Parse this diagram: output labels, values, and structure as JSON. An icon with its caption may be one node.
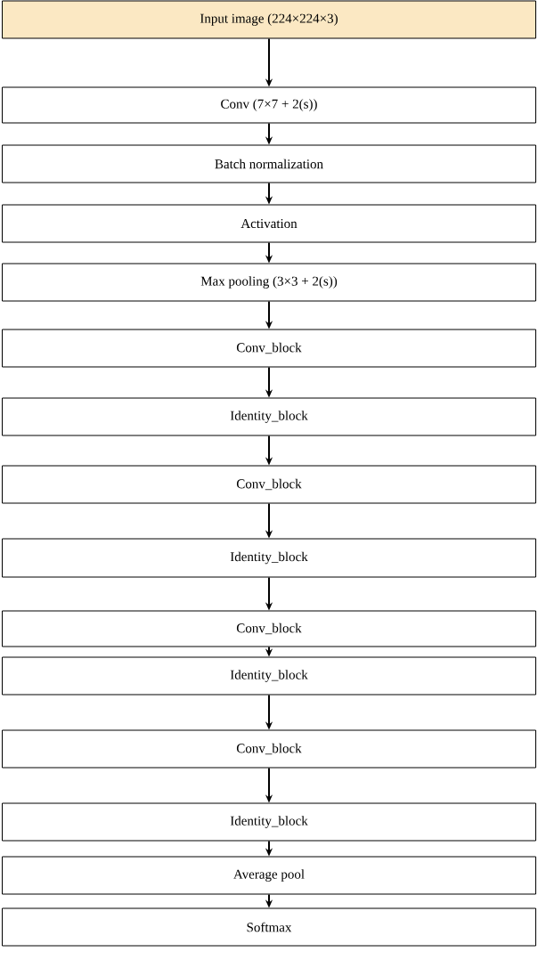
{
  "diagram": {
    "nodes": [
      {
        "text": [
          "Input image (224×224×3)"
        ]
      },
      {
        "text": [
          "Conv (7×7 + 2(s))"
        ]
      },
      {
        "text": [
          "Batch normalization"
        ]
      },
      {
        "text": [
          "Activation"
        ]
      },
      {
        "text": [
          "Max pooling (3×3 + 2(s))"
        ]
      },
      {
        "text": [
          "Conv_block"
        ]
      },
      {
        "text": [
          "Identity_block"
        ]
      },
      {
        "text": [
          "Conv_block"
        ]
      },
      {
        "text": [
          "Identity_block"
        ]
      },
      {
        "text": [
          "Conv_block"
        ]
      },
      {
        "text": [
          "Identity_block"
        ]
      },
      {
        "text": [
          "Conv_block"
        ]
      },
      {
        "text": [
          "Identity_block"
        ]
      },
      {
        "text": [
          "Average pool"
        ]
      },
      {
        "text": [
          "Softmax"
        ]
      }
    ],
    "edges": [
      {
        "from": 0,
        "to": 1,
        "arrow": "to"
      },
      {
        "from": 1,
        "to": 2,
        "arrow": "to"
      },
      {
        "from": 2,
        "to": 3,
        "arrow": "to"
      },
      {
        "from": 3,
        "to": 4,
        "arrow": "to"
      },
      {
        "from": 4,
        "to": 5,
        "arrow": "to"
      },
      {
        "from": 5,
        "to": 6,
        "arrow": "to"
      },
      {
        "from": 6,
        "to": 7,
        "arrow": "to"
      },
      {
        "from": 7,
        "to": 8,
        "arrow": "to"
      },
      {
        "from": 8,
        "to": 9,
        "arrow": "to"
      },
      {
        "from": 9,
        "to": 10,
        "arrow": "to"
      },
      {
        "from": 10,
        "to": 11,
        "arrow": "to"
      },
      {
        "from": 11,
        "to": 12,
        "arrow": "to"
      },
      {
        "from": 12,
        "to": 13,
        "arrow": "to"
      },
      {
        "from": 13,
        "to": 14,
        "arrow": "to"
      }
    ]
  }
}
